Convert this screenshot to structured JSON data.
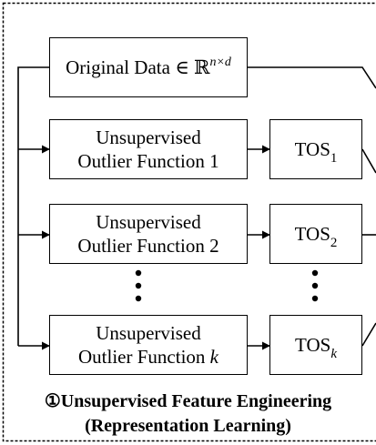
{
  "original_data": {
    "label": "Original Data ∈ ",
    "set": "ℝ",
    "exponent": "n×d"
  },
  "functions": [
    {
      "label_line1": "Unsupervised",
      "label_line2": "Outlier Function 1",
      "tos_base": "TOS",
      "tos_sub": "1"
    },
    {
      "label_line1": "Unsupervised",
      "label_line2": "Outlier Function 2",
      "tos_base": "TOS",
      "tos_sub": "2"
    },
    {
      "label_line1": "Unsupervised",
      "label_line2": "Outlier Function ",
      "label_italic": "k",
      "tos_base": "TOS",
      "tos_sub": "k"
    }
  ],
  "caption": {
    "marker": "①",
    "line1": "Unsupervised Feature Engineering",
    "line2": "(Representation Learning)"
  },
  "colors": {
    "stroke": "#000000",
    "background": "#ffffff",
    "dash": "#000000"
  }
}
